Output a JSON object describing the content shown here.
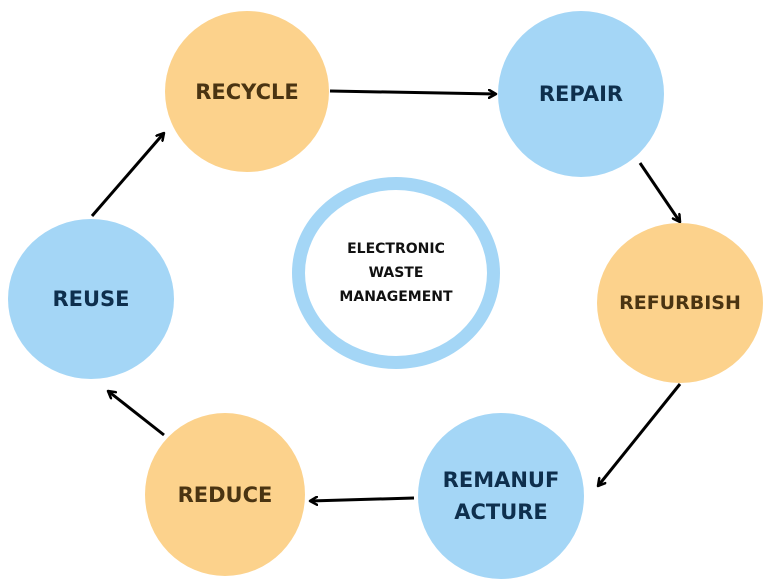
{
  "title": "ELECTRONIC\nWASTE\nMANAGEMENT",
  "nodes": {
    "recycle": "RECYCLE",
    "repair": "REPAIR",
    "refurbish": "REFURBISH",
    "remanufacture": "REMANUF\nACTURE",
    "reduce": "REDUCE",
    "reuse": "REUSE"
  },
  "cycle_order": [
    "RECYCLE",
    "REPAIR",
    "REFURBISH",
    "REMANUF ACTURE",
    "REDUCE",
    "REUSE"
  ],
  "colors": {
    "orange_node": "#fcd28c",
    "blue_node": "#a4d6f6",
    "arrow": "#000000"
  }
}
